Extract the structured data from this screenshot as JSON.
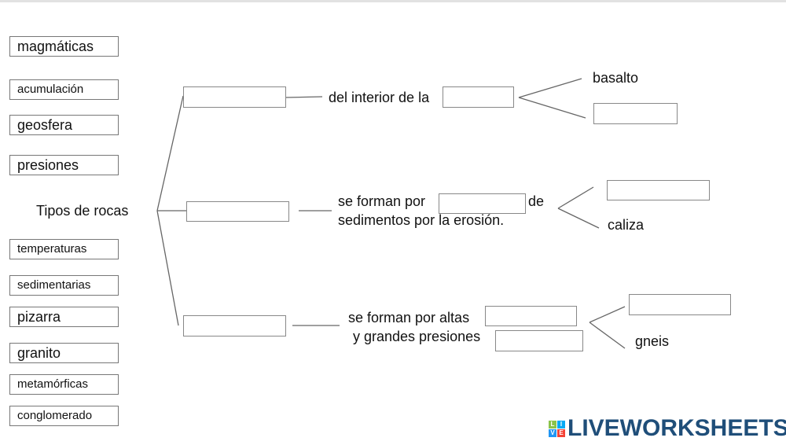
{
  "word_bank": [
    "magmáticas",
    "acumulación",
    "geosfera",
    "presiones",
    "temperaturas",
    "sedimentarias",
    "pizarra",
    "granito",
    "metamórficas",
    "conglomerado"
  ],
  "root": "Tipos de rocas",
  "branch1": {
    "text": "del interior de la",
    "example": "basalto"
  },
  "branch2": {
    "text_a": "se forman por",
    "text_b": "de",
    "text_c": "sedimentos por la erosión.",
    "example": "caliza"
  },
  "branch3": {
    "text_a": "se forman por altas",
    "text_b": "y grandes presiones",
    "example": "gneis"
  },
  "logo": {
    "text": "LIVEWORKSHEETS",
    "letters": [
      "L",
      "I",
      "V",
      "E"
    ],
    "colors": [
      "#8bc34a",
      "#03a9f4",
      "#2196f3",
      "#f44336"
    ]
  }
}
